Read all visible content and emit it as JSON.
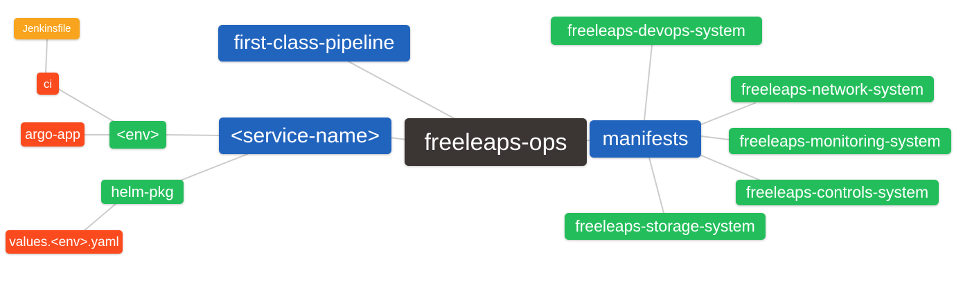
{
  "diagram": {
    "kind": "mindmap",
    "root": "freeleaps-ops"
  },
  "colors": {
    "blue": "#2164be",
    "green": "#23be5b",
    "red": "#fb4a1d",
    "orange": "#f8a41e",
    "dark": "#3b3534",
    "edge": "#cccccc",
    "text": "#ffffff",
    "background": "#ffffff"
  },
  "nodes": {
    "freeleaps_ops": {
      "label": "freeleaps-ops",
      "color": "dark"
    },
    "first_class_pipeline": {
      "label": "first-class-pipeline",
      "color": "blue"
    },
    "service_name": {
      "label": "<service-name>",
      "color": "blue"
    },
    "manifests": {
      "label": "manifests",
      "color": "blue"
    },
    "env": {
      "label": "<env>",
      "color": "green"
    },
    "helm_pkg": {
      "label": "helm-pkg",
      "color": "green"
    },
    "ci": {
      "label": "ci",
      "color": "red"
    },
    "argo_app": {
      "label": "argo-app",
      "color": "red"
    },
    "jenkinsfile": {
      "label": "Jenkinsfile",
      "color": "orange"
    },
    "values_env_yaml": {
      "label": "values.<env>.yaml",
      "color": "red"
    },
    "devops_system": {
      "label": "freeleaps-devops-system",
      "color": "green"
    },
    "network_system": {
      "label": "freeleaps-network-system",
      "color": "green"
    },
    "monitoring_system": {
      "label": "freeleaps-monitoring-system",
      "color": "green"
    },
    "controls_system": {
      "label": "freeleaps-controls-system",
      "color": "green"
    },
    "storage_system": {
      "label": "freeleaps-storage-system",
      "color": "green"
    }
  },
  "edges": [
    {
      "from": "ci",
      "to": "Jenkinsfile"
    },
    {
      "from": "<env>",
      "to": "ci"
    },
    {
      "from": "<env>",
      "to": "argo-app"
    },
    {
      "from": "<service-name>",
      "to": "<env>"
    },
    {
      "from": "<service-name>",
      "to": "helm-pkg"
    },
    {
      "from": "helm-pkg",
      "to": "values.<env>.yaml"
    },
    {
      "from": "freeleaps-ops",
      "to": "first-class-pipeline"
    },
    {
      "from": "freeleaps-ops",
      "to": "<service-name>"
    },
    {
      "from": "freeleaps-ops",
      "to": "manifests"
    },
    {
      "from": "manifests",
      "to": "freeleaps-devops-system"
    },
    {
      "from": "manifests",
      "to": "freeleaps-network-system"
    },
    {
      "from": "manifests",
      "to": "freeleaps-monitoring-system"
    },
    {
      "from": "manifests",
      "to": "freeleaps-controls-system"
    },
    {
      "from": "manifests",
      "to": "freeleaps-storage-system"
    }
  ]
}
